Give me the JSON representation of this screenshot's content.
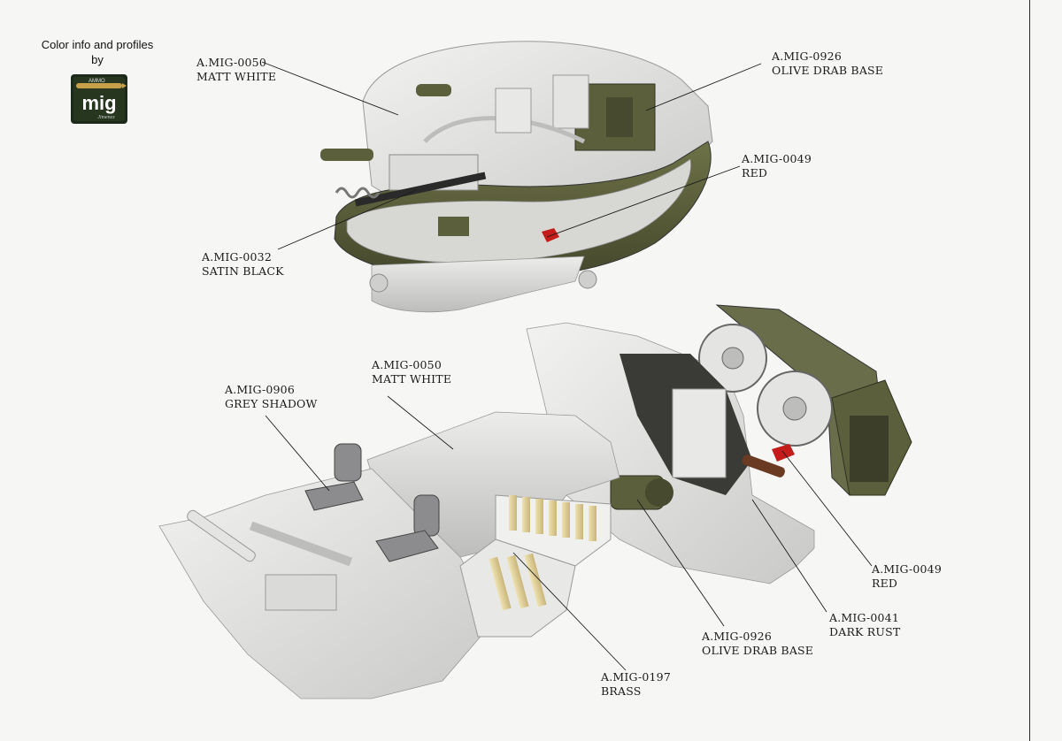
{
  "credit": {
    "line1": "Color info and profiles",
    "line2": "by"
  },
  "logo": {
    "brand": "mig",
    "top_text": "AMMO",
    "sub_text": "Jimenez",
    "bg_color": "#1c2a1c",
    "accent_color": "#c8a04a"
  },
  "callouts": [
    {
      "id": "c1",
      "code": "A.MIG-0050",
      "name": "MATT WHITE"
    },
    {
      "id": "c2",
      "code": "A.MIG-0926",
      "name": "OLIVE DRAB BASE"
    },
    {
      "id": "c3",
      "code": "A.MIG-0049",
      "name": "RED"
    },
    {
      "id": "c4",
      "code": "A.MIG-0032",
      "name": "SATIN BLACK"
    },
    {
      "id": "c5",
      "code": "A.MIG-0050",
      "name": "MATT WHITE"
    },
    {
      "id": "c6",
      "code": "A.MIG-0906",
      "name": "GREY SHADOW"
    },
    {
      "id": "c7",
      "code": "A.MIG-0049",
      "name": "RED"
    },
    {
      "id": "c8",
      "code": "A.MIG-0041",
      "name": "DARK RUST"
    },
    {
      "id": "c9",
      "code": "A.MIG-0926",
      "name": "OLIVE DRAB BASE"
    },
    {
      "id": "c10",
      "code": "A.MIG-0197",
      "name": "BRASS"
    }
  ],
  "colors": {
    "matt_white": "#e4e4e2",
    "olive_drab": "#5b5f3c",
    "red": "#c41b1b",
    "satin_black": "#2a2a2a",
    "grey_shadow": "#8c8c8e",
    "dark_rust": "#6a3a22",
    "brass": "#d9c890"
  }
}
